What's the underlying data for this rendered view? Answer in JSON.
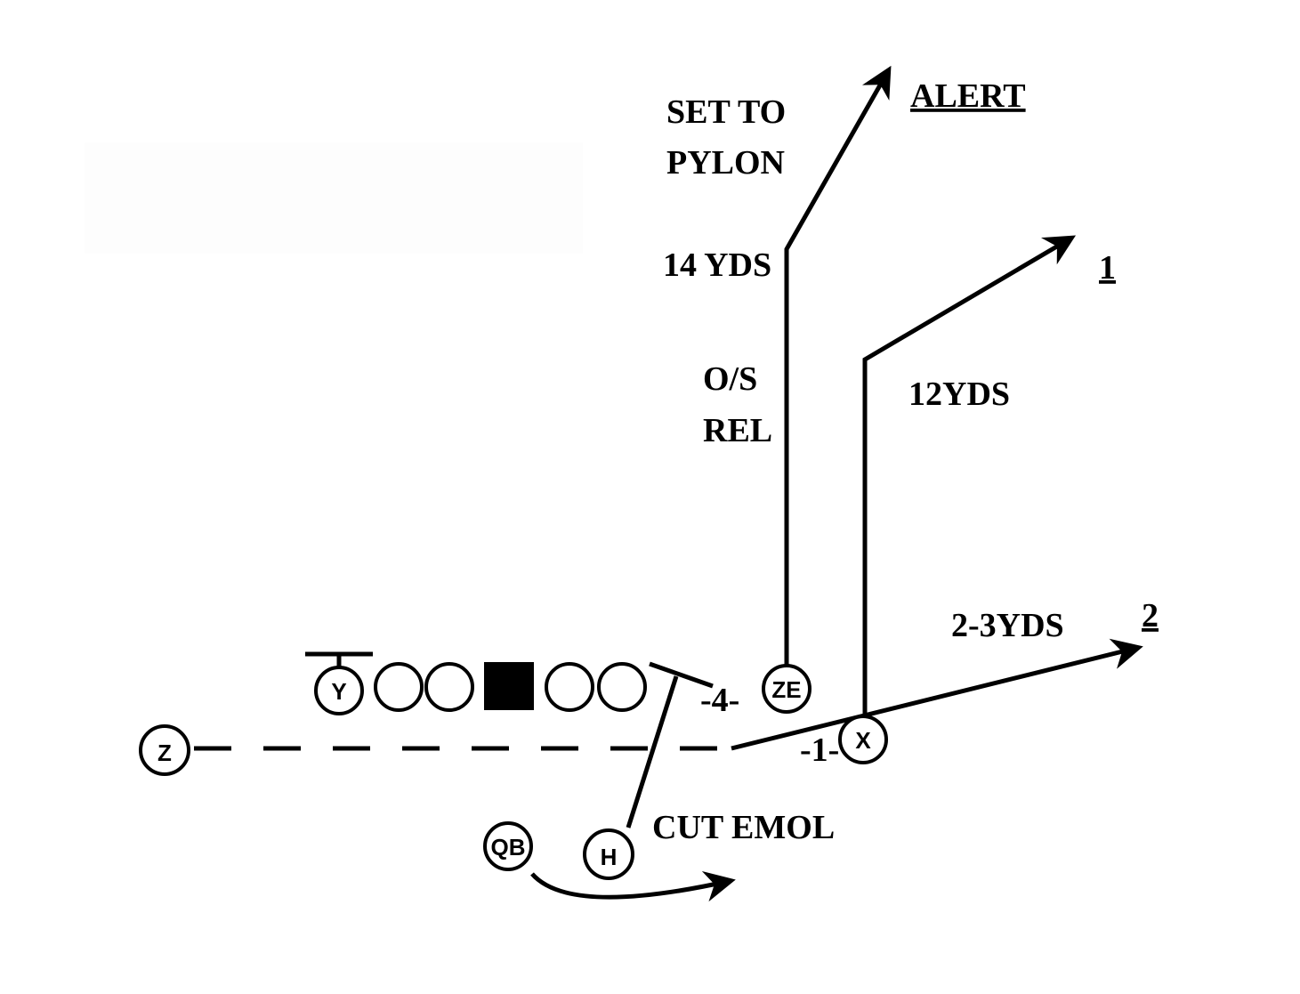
{
  "players": {
    "y": "Y",
    "z": "Z",
    "ze": "ZE",
    "x": "X",
    "qb": "QB",
    "h": "H"
  },
  "labels": {
    "set_to": "SET TO",
    "pylon": "PYLON",
    "alert": "ALERT",
    "depth_14": "14 YDS",
    "os": "O/S",
    "rel": "REL",
    "read_1": "1",
    "depth_12": "12YDS",
    "depth_2_3": "2-3YDS",
    "read_2": "2",
    "split_4": "-4-",
    "split_1": "-1-",
    "cut_emol": "CUT EMOL"
  },
  "colors": {
    "ink": "#000000",
    "paper": "#ffffff",
    "shade": "#fdfdfd"
  }
}
